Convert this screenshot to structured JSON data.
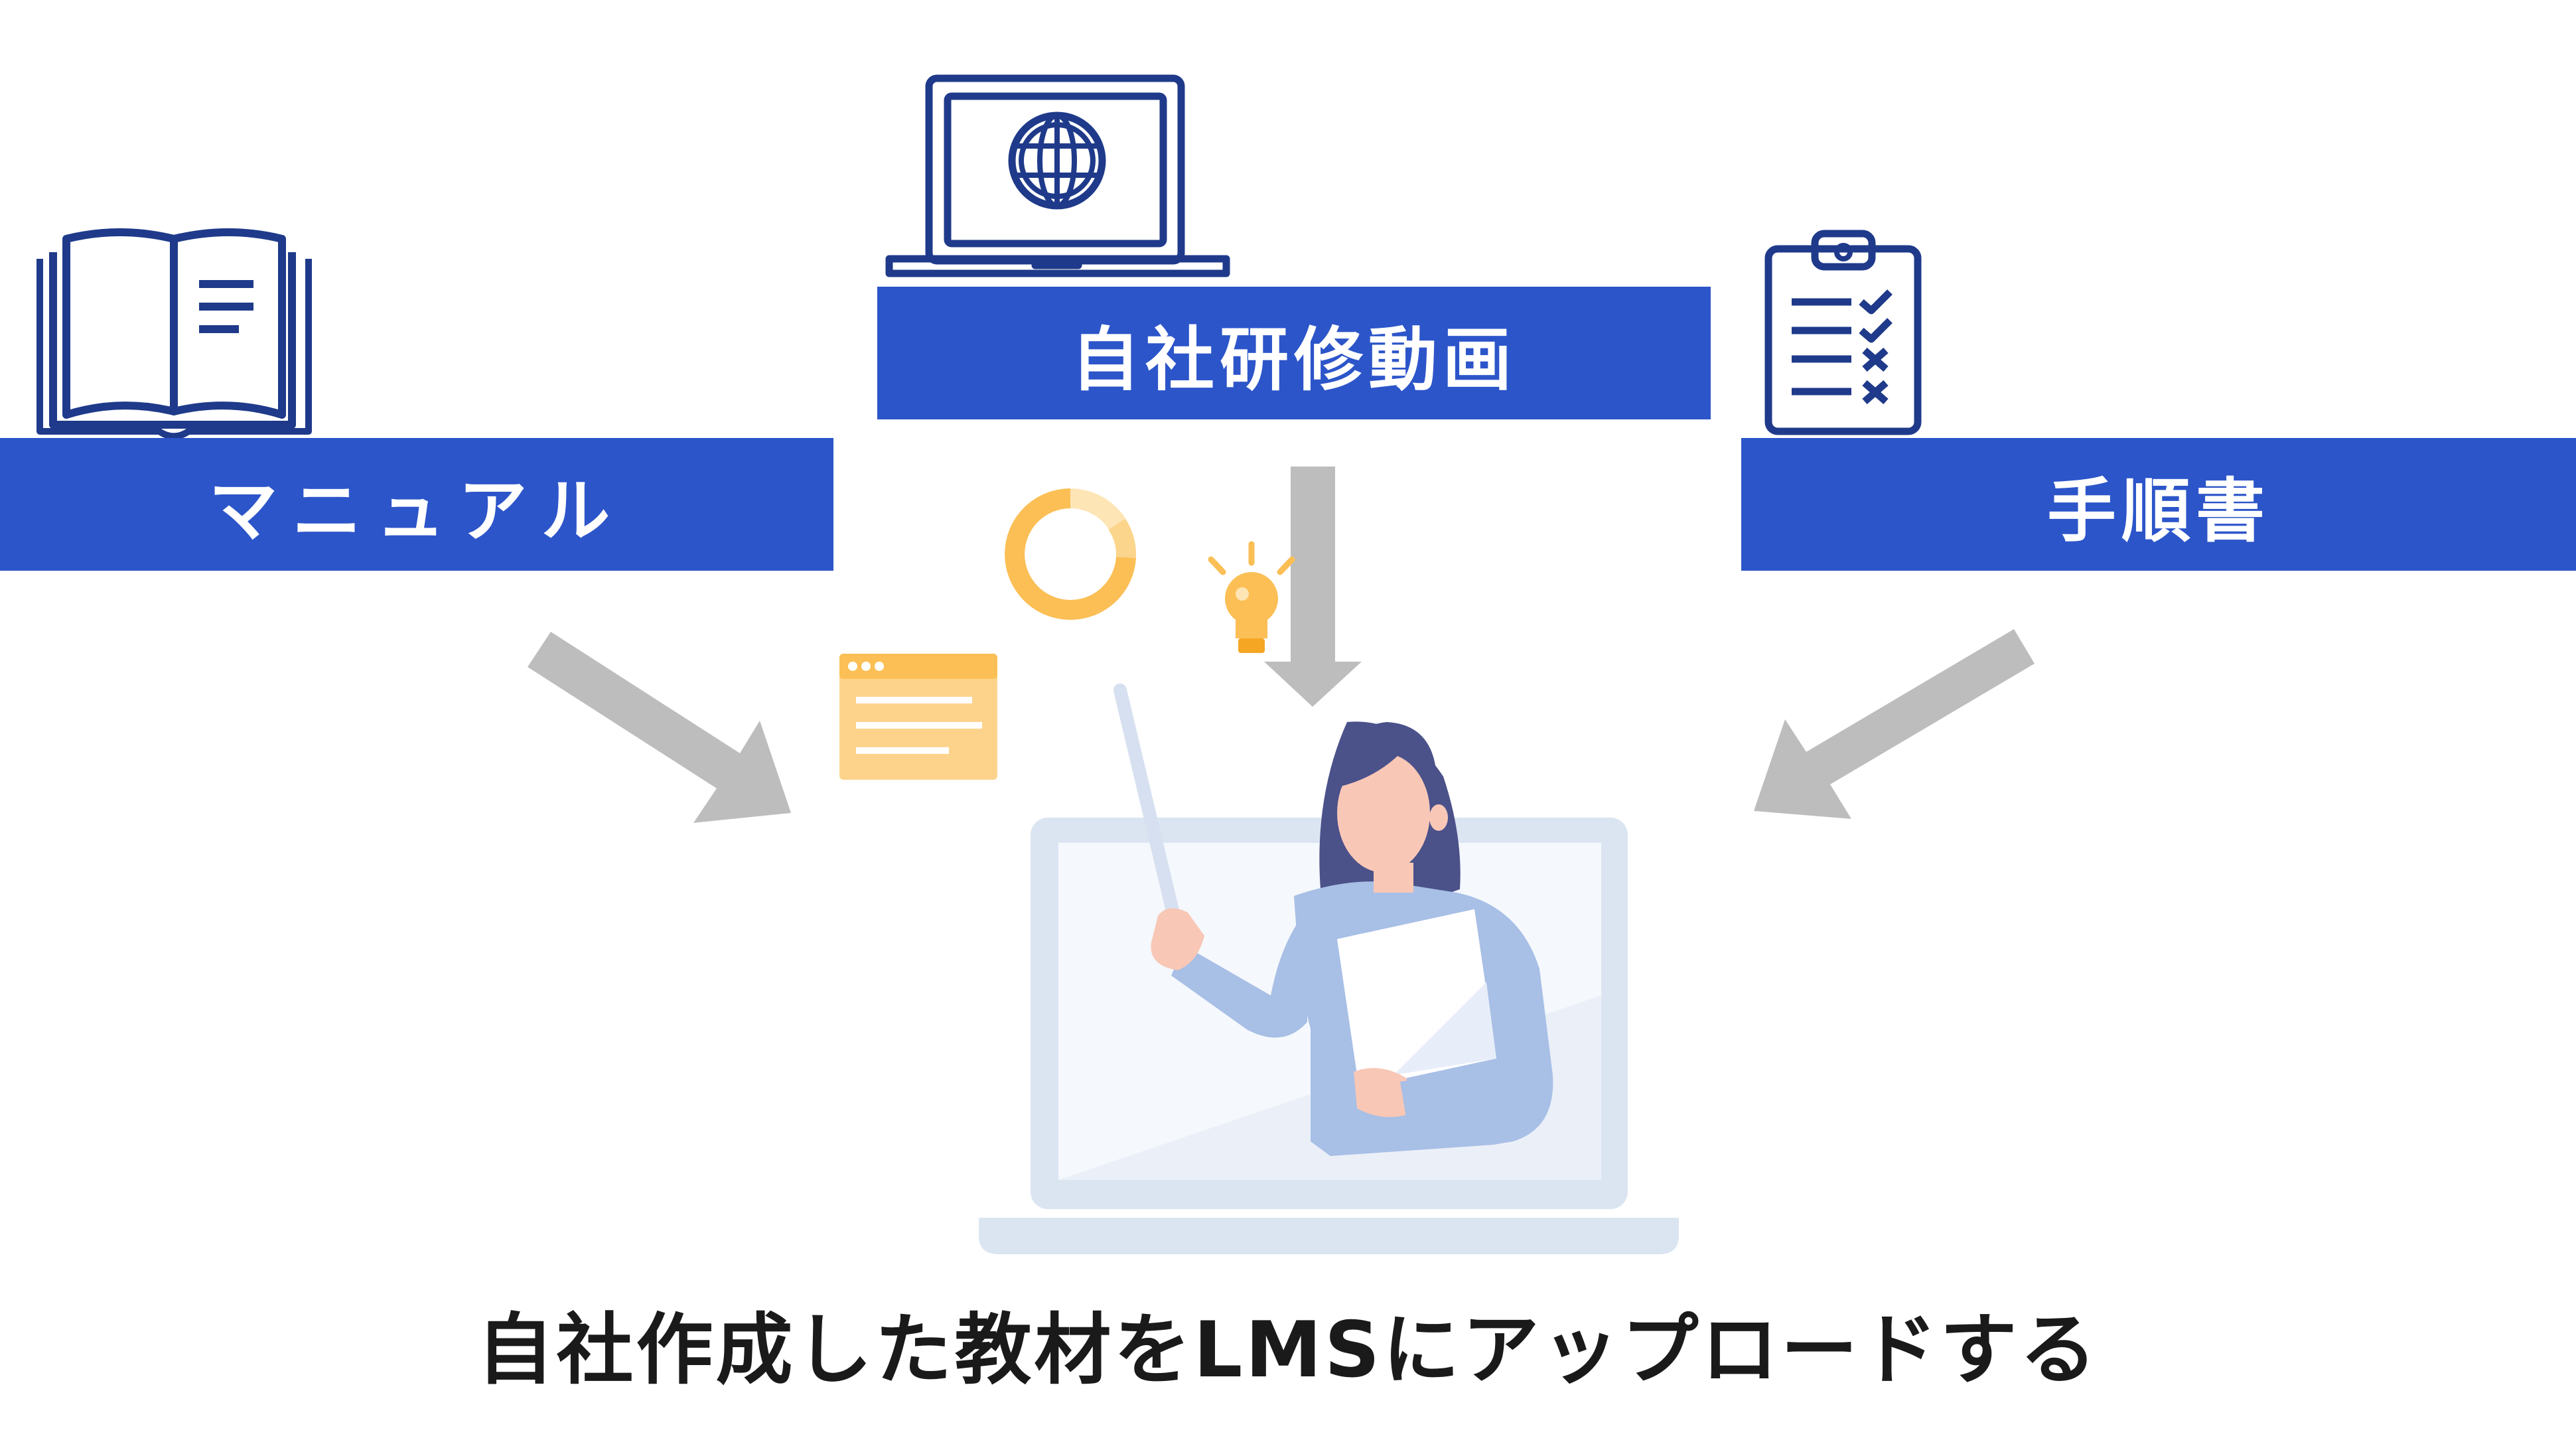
{
  "labels": {
    "manual": "マニュアル",
    "video": "自社研修動画",
    "procedure": "手順書"
  },
  "caption": "自社作成した教材をLMSにアップロードする",
  "colors": {
    "label_bar": "#2c55c9",
    "icon_outline": "#1f3a8a",
    "arrow": "#bdbdbd",
    "laptop_frame": "#dbe5f2",
    "accent_orange": "#fbbf55",
    "presenter_hair": "#4b5189",
    "presenter_shirt": "#a8bfe6"
  },
  "icons": [
    "open-book-icon",
    "laptop-globe-icon",
    "clipboard-checklist-icon",
    "donut-chart-icon",
    "lightbulb-icon",
    "browser-window-icon",
    "pointer-stick-icon"
  ]
}
